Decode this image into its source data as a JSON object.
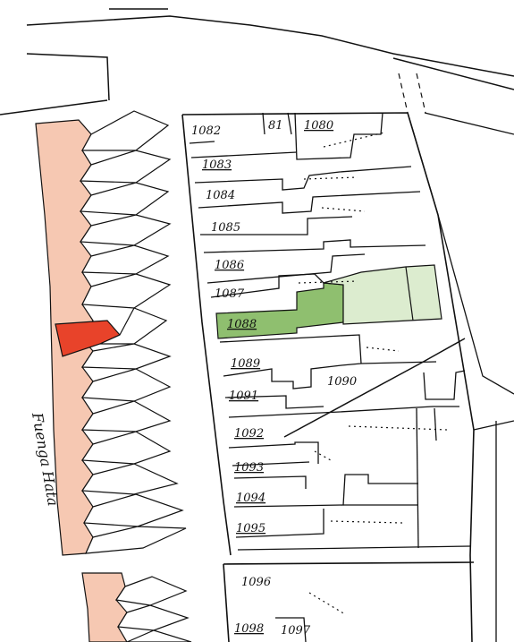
{
  "map": {
    "plot_labels": [
      "1082",
      "81",
      "1080",
      "1083",
      "1084",
      "1085",
      "1086",
      "1087",
      "1088",
      "1089",
      "1090",
      "1091",
      "1092",
      "1093",
      "1094",
      "1095",
      "1096",
      "1097",
      "1098"
    ],
    "street_label": "Fuenga Hata",
    "colors": {
      "row_houses": "#f6c8b2",
      "row_house_highlight": "#e8432a",
      "plot_green_dark": "#8fbf6f",
      "plot_green_light": "#dceccf",
      "ink": "#111111"
    }
  }
}
